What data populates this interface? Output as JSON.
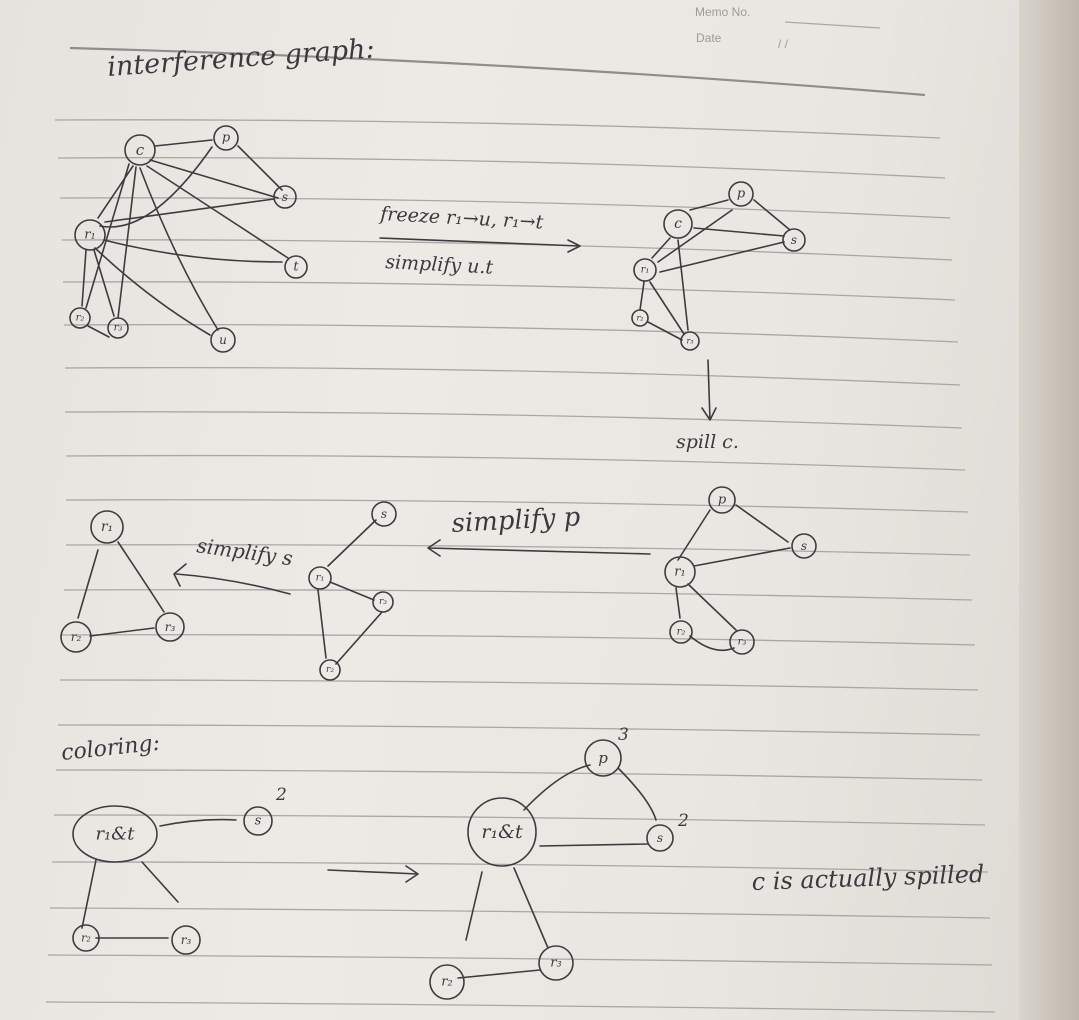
{
  "memo": {
    "memo_no_label": "Memo No.",
    "date_label": "Date",
    "date_sep": "/     /"
  },
  "notes": {
    "title": "interference graph:",
    "op1_line1": "freeze r₁→u, r₁→t",
    "op1_line2": "simplify u.t",
    "spill": "spill c.",
    "simplify_p": "simplify p",
    "simplify_s": "simplify s",
    "coloring": "coloring:",
    "conclusion": "c is actually spilled"
  },
  "graph1": {
    "nodes": [
      "c",
      "p",
      "s",
      "r₁",
      "t",
      "r₂",
      "r₃",
      "u"
    ]
  },
  "graph2": {
    "nodes": [
      "c",
      "p",
      "s",
      "r₁",
      "r₂",
      "r₃"
    ]
  },
  "graph3": {
    "nodes": [
      "p",
      "s",
      "r₁",
      "r₂",
      "r₃"
    ]
  },
  "graph4": {
    "nodes": [
      "s",
      "r₁",
      "r₃",
      "r₂"
    ]
  },
  "graph5": {
    "nodes": [
      "r₁",
      "r₂",
      "r₃"
    ]
  },
  "graph6": {
    "nodes": [
      "r₁&t",
      "s",
      "r₂",
      "r₃"
    ],
    "colors": {
      "s": "2"
    }
  },
  "graph7": {
    "nodes": [
      "r₁&t",
      "p",
      "s",
      "r₂",
      "r₃"
    ],
    "colors": {
      "p": "3",
      "s": "2"
    }
  }
}
